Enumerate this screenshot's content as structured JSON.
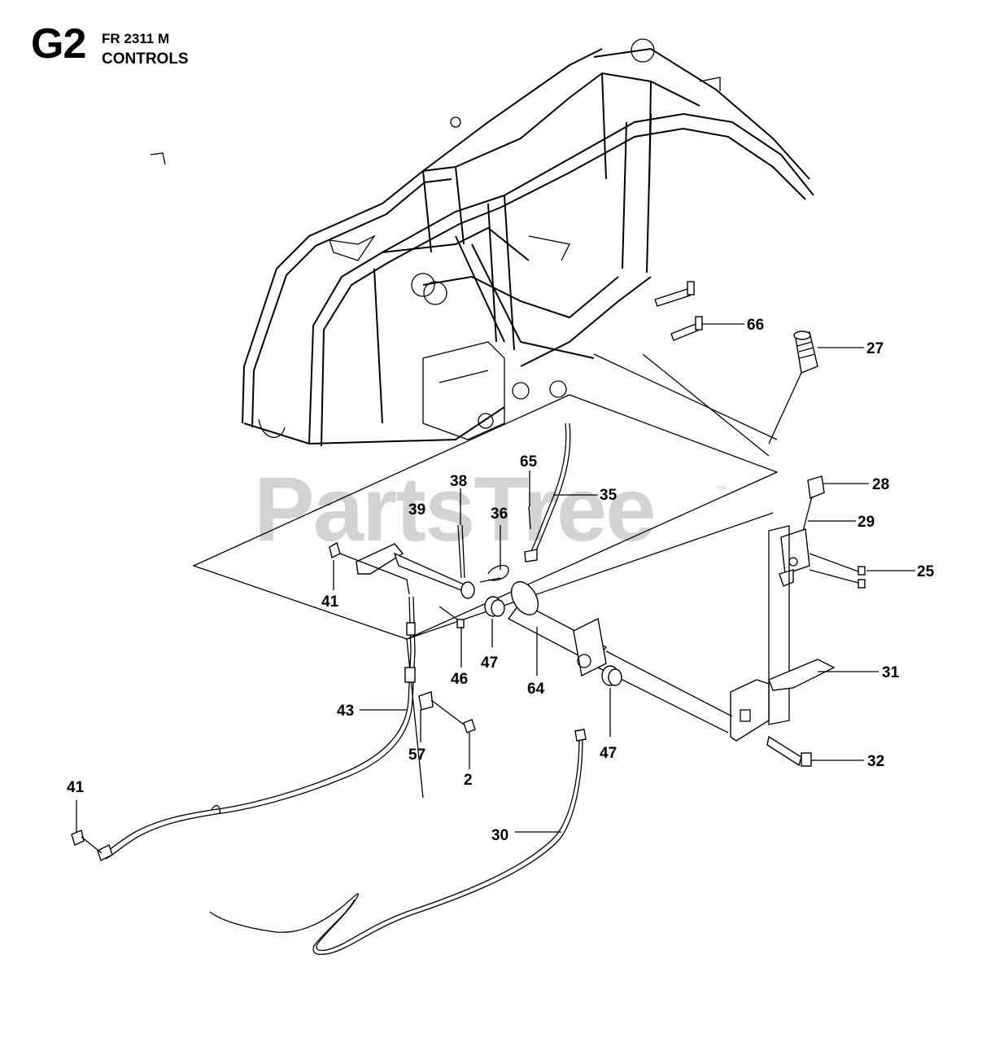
{
  "header": {
    "section_code": "G2",
    "model": "FR 2311 M",
    "section_name": "CONTROLS"
  },
  "watermark": {
    "text": "PartsTree",
    "trademark": "™",
    "color": "#cfcfcf"
  },
  "callouts": [
    {
      "id": "66",
      "label": "66"
    },
    {
      "id": "27",
      "label": "27"
    },
    {
      "id": "28",
      "label": "28"
    },
    {
      "id": "29",
      "label": "29"
    },
    {
      "id": "25",
      "label": "25"
    },
    {
      "id": "31",
      "label": "31"
    },
    {
      "id": "32",
      "label": "32"
    },
    {
      "id": "38",
      "label": "38"
    },
    {
      "id": "65",
      "label": "65"
    },
    {
      "id": "35",
      "label": "35"
    },
    {
      "id": "39",
      "label": "39"
    },
    {
      "id": "36",
      "label": "36"
    },
    {
      "id": "41a",
      "label": "41"
    },
    {
      "id": "47a",
      "label": "47"
    },
    {
      "id": "46",
      "label": "46"
    },
    {
      "id": "64",
      "label": "64"
    },
    {
      "id": "47b",
      "label": "47"
    },
    {
      "id": "43",
      "label": "43"
    },
    {
      "id": "57",
      "label": "57"
    },
    {
      "id": "2",
      "label": "2"
    },
    {
      "id": "41b",
      "label": "41"
    },
    {
      "id": "30",
      "label": "30"
    }
  ]
}
